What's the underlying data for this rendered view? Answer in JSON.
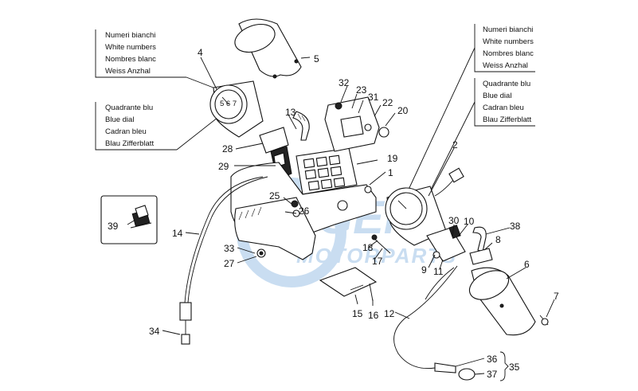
{
  "notes": {
    "left_white": [
      "Numeri bianchi",
      "White numbers",
      "Nombres blanc",
      "Weiss Anzhal"
    ],
    "left_blue": [
      "Quadrante blu",
      "Blue dial",
      "Cadran bleu",
      "Blau Zifferblatt"
    ],
    "right_white": [
      "Numeri bianchi",
      "White numbers",
      "Nombres blanc",
      "Weiss Anzhal"
    ],
    "right_blue": [
      "Quadrante blu",
      "Blue dial",
      "Cadran bleu",
      "Blau Zifferblatt"
    ]
  },
  "labels": {
    "p1": "1",
    "p2": "2",
    "p4": "4",
    "p5": "5",
    "p6": "6",
    "p7": "7",
    "p8": "8",
    "p9": "9",
    "p10": "10",
    "p11": "11",
    "p12": "12",
    "p13": "13",
    "p14": "14",
    "p15": "15",
    "p16": "16",
    "p17": "17",
    "p18": "18",
    "p19": "19",
    "p20": "20",
    "p22": "22",
    "p23": "23",
    "p25": "25",
    "p26": "26",
    "p27": "27",
    "p28": "28",
    "p29": "29",
    "p30": "30",
    "p31": "31",
    "p32": "32",
    "p33": "33",
    "p34": "34",
    "p35": "35",
    "p36": "36",
    "p37": "37",
    "p38": "38",
    "p39": "39"
  },
  "watermark": {
    "logo": "GEM",
    "text": "MOTORPARTS",
    "color": "#9ec3e6"
  }
}
